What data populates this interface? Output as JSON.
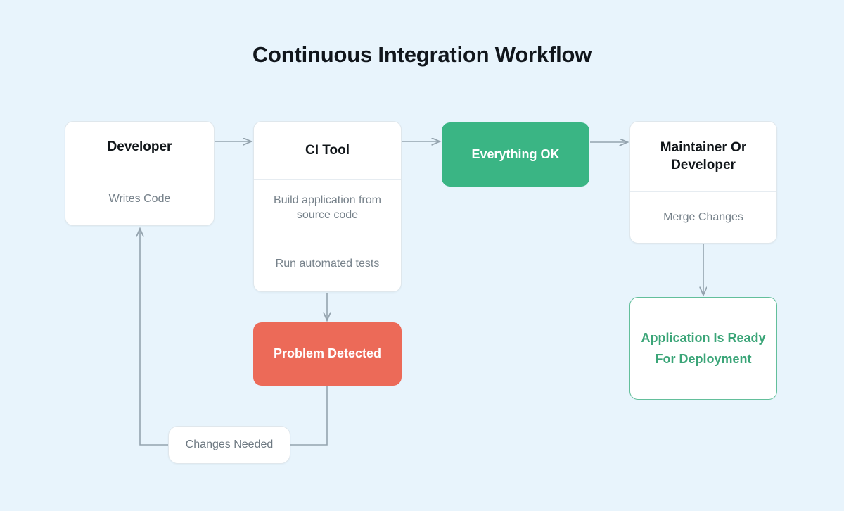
{
  "diagram": {
    "title": "Continuous Integration Workflow",
    "background_color": "#e8f4fc",
    "accent_colors": {
      "success": "#3ab584",
      "error": "#ec6a58",
      "success_text": "#3ba578",
      "connector": "#94a3ae",
      "card_border": "#dfe7ec"
    }
  },
  "nodes": {
    "developer": {
      "title": "Developer",
      "detail": "Writes Code"
    },
    "ci_tool": {
      "title": "CI Tool",
      "steps": [
        "Build application from source code",
        "Run automated tests"
      ]
    },
    "everything_ok": {
      "label": "Everything OK"
    },
    "maintainer": {
      "title": "Maintainer Or Developer",
      "detail": "Merge Changes"
    },
    "problem_detected": {
      "label": "Problem Detected"
    },
    "application_ready": {
      "label": "Application Is Ready For Deployment"
    },
    "changes_needed": {
      "label": "Changes Needed"
    }
  },
  "edges": [
    {
      "name": "developer-to-ci-tool",
      "from": "developer",
      "to": "ci_tool",
      "arrow": true
    },
    {
      "name": "ci-tool-to-everything-ok",
      "from": "ci_tool",
      "to": "everything_ok",
      "arrow": true
    },
    {
      "name": "everything-ok-to-maintainer",
      "from": "everything_ok",
      "to": "maintainer",
      "arrow": true
    },
    {
      "name": "maintainer-to-application-ready",
      "from": "maintainer",
      "to": "application_ready",
      "arrow": true
    },
    {
      "name": "ci-tool-to-problem-detected",
      "from": "ci_tool",
      "to": "problem_detected",
      "arrow": true
    },
    {
      "name": "problem-detected-to-developer",
      "from": "problem_detected",
      "to": "developer",
      "arrow": true,
      "label": "Changes Needed"
    }
  ]
}
